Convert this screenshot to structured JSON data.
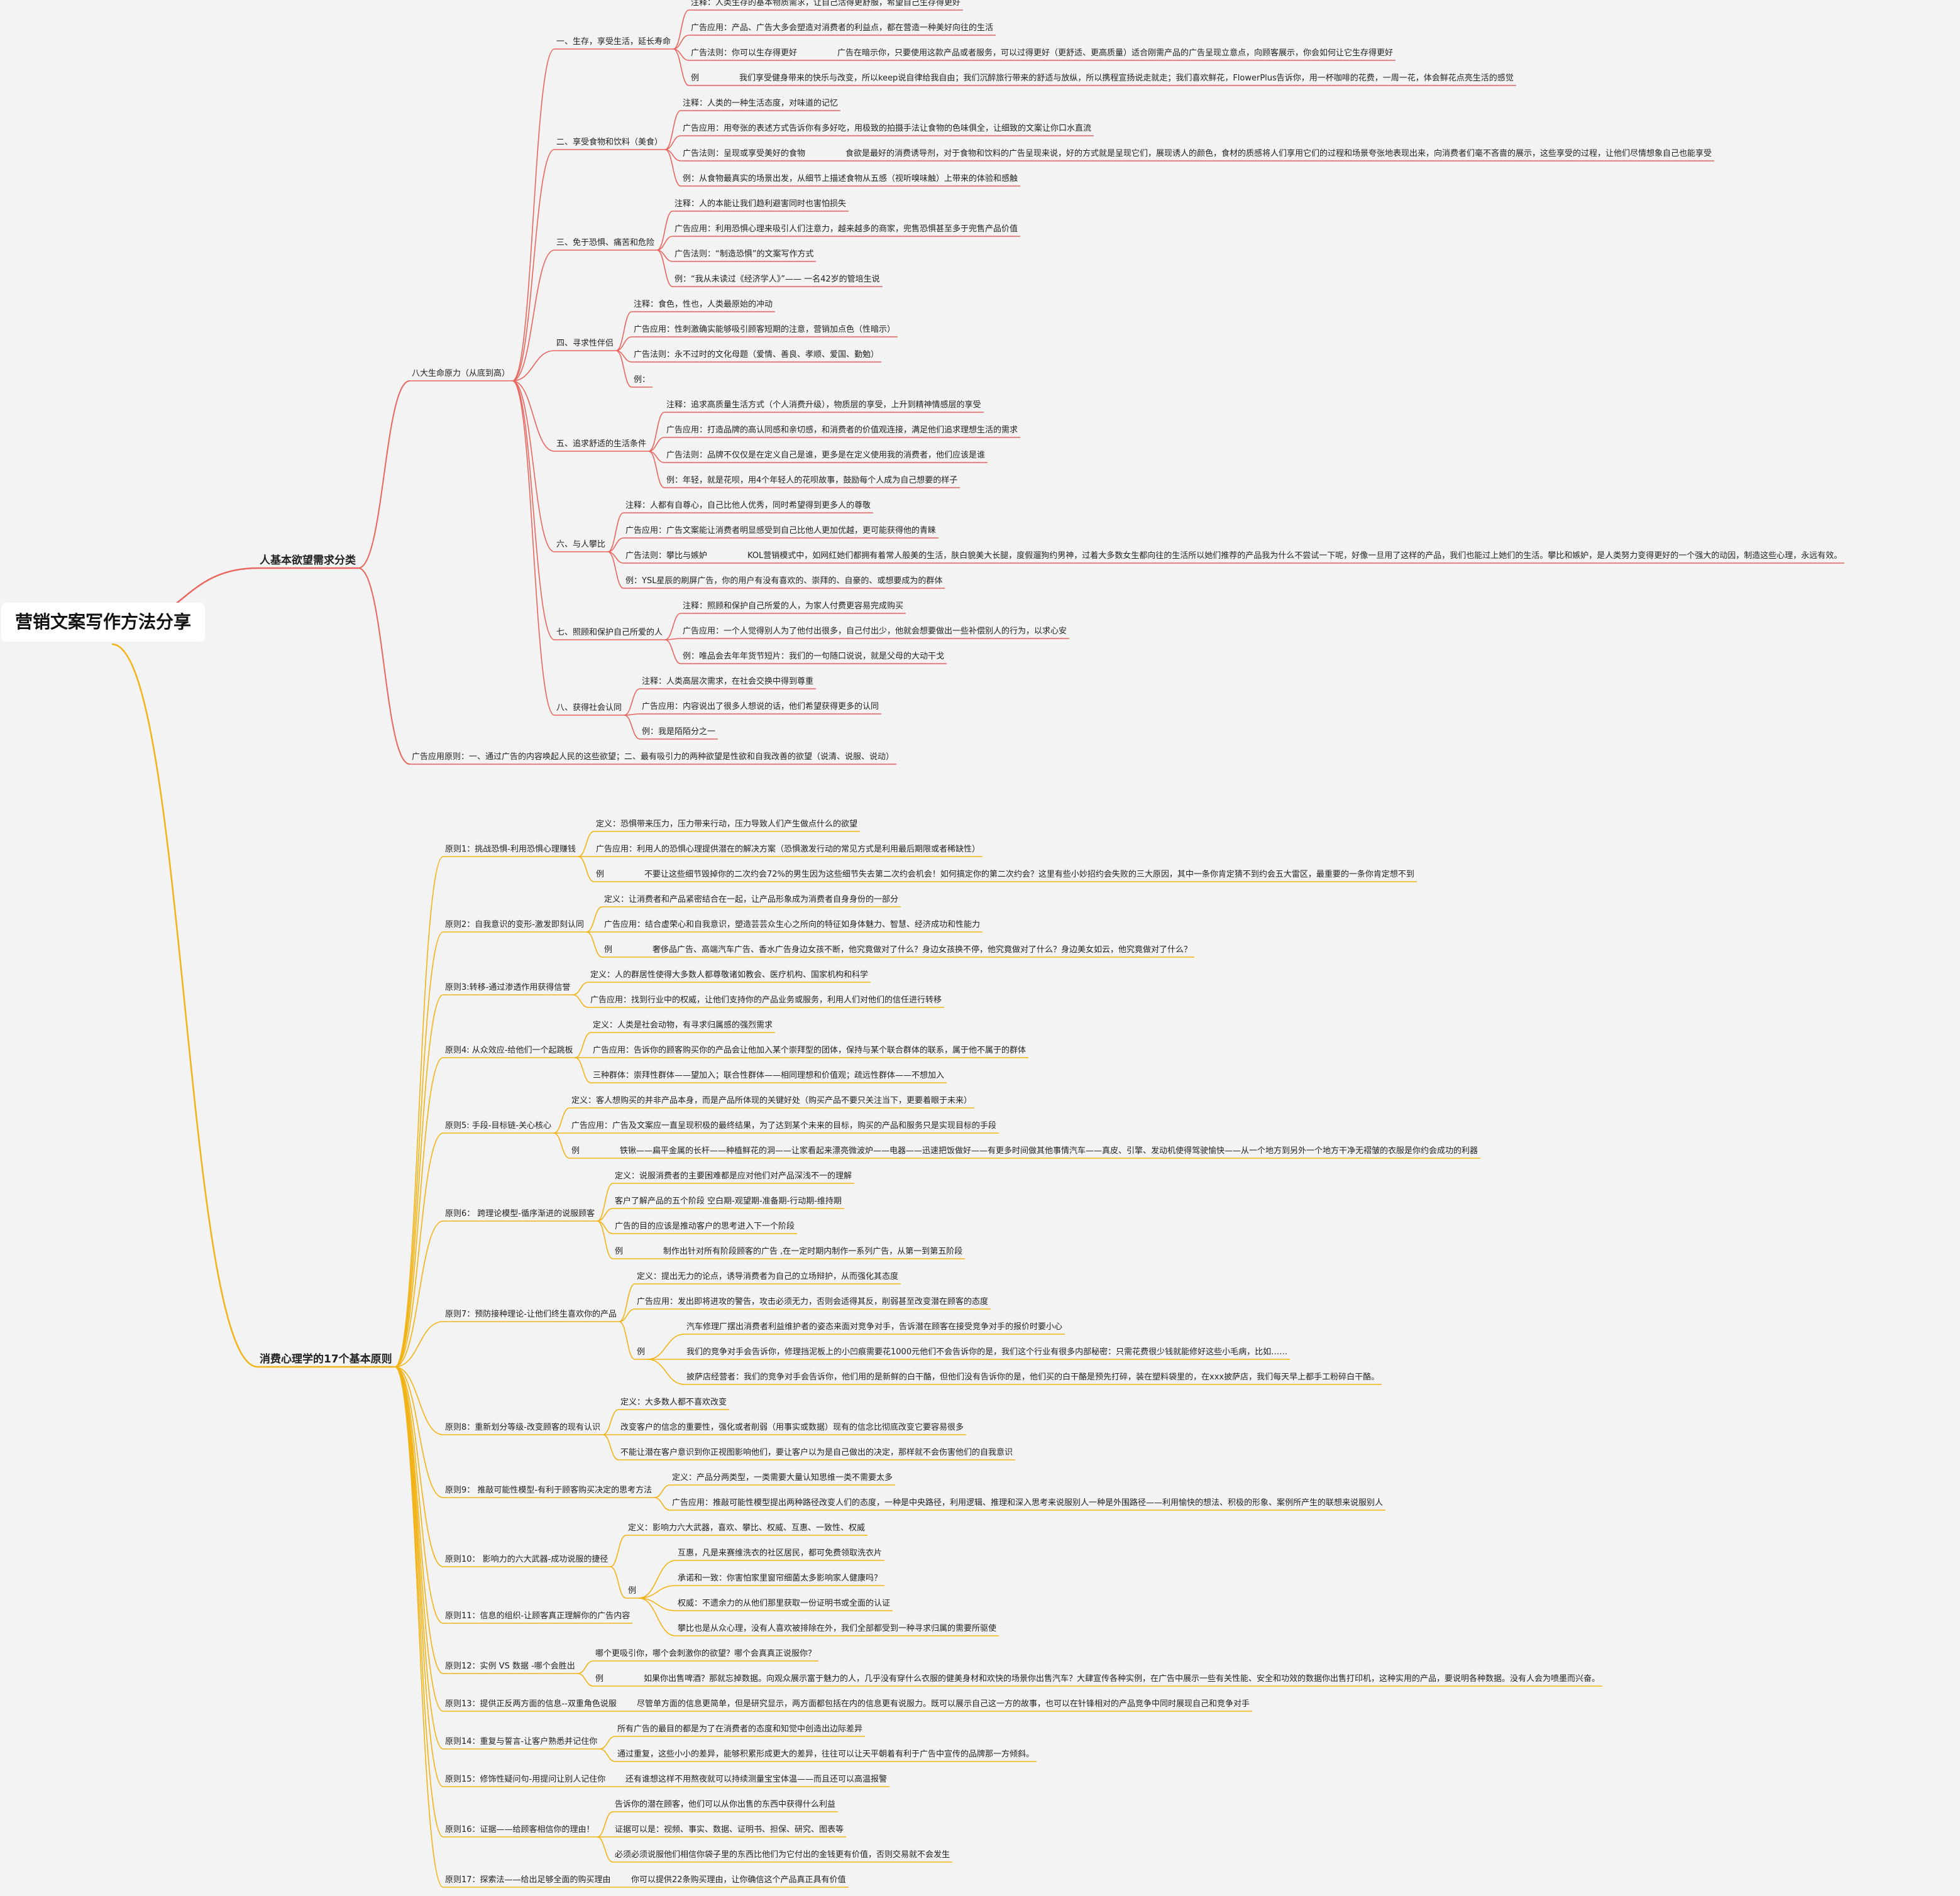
{
  "colors": {
    "red": "#e8665e",
    "orange": "#f2b316"
  },
  "root": {
    "label": "营销文案写作方法分享"
  },
  "branch_a": {
    "label": "人基本欲望需求分类",
    "sub": {
      "label": "八大生命原力（从底到高）",
      "groups": [
        {
          "label": "一、生存，享受生活，延长寿命",
          "leaves": [
            {
              "t": "注释：人类生存的基本物质需求，让自己活得更舒服，希望自己生存得更好"
            },
            {
              "t": "广告应用：产品、广告大多会塑造对消费者的利益点，都在营造一种美好向往的生活"
            },
            {
              "t": "广告法则：你可以生存得更好",
              "d": "广告在暗示你，只要使用这款产品或者服务，可以过得更好（更舒适、更高质量）适合刚需产品的广告呈现立意点，向顾客展示，你会如何让它生存得更好"
            },
            {
              "t": "例",
              "d": "我们享受健身带来的快乐与改变，所以keep说自律给我自由；我们沉醉旅行带来的舒适与放纵，所以携程宣扬说走就走；我们喜欢鲜花，FlowerPlus告诉你，用一杯咖啡的花费，一周一花，体会鲜花点亮生活的感觉"
            }
          ]
        },
        {
          "label": "二、享受食物和饮料（美食）",
          "leaves": [
            {
              "t": "注释：人类的一种生活态度，对味道的记忆"
            },
            {
              "t": "广告应用：用夸张的表述方式告诉你有多好吃，用极致的拍摄手法让食物的色味俱全，让细致的文案让你口水直流"
            },
            {
              "t": "广告法则：呈现或享受美好的食物",
              "d": "食欲是最好的消费诱导剂，对于食物和饮料的广告呈现来说，好的方式就是呈现它们，展现诱人的颜色，食材的质感将人们享用它们的过程和场景夸张地表现出来，向消费者们毫不吝啬的展示，这些享受的过程，让他们尽情想象自己也能享受"
            },
            {
              "t": "例：从食物最真实的场景出发，从细节上描述食物从五感（视听嗅味触）上带来的体验和感触"
            }
          ]
        },
        {
          "label": "三、免于恐惧、痛苦和危险",
          "leaves": [
            {
              "t": "注释：人的本能让我们趋利避害同时也害怕损失"
            },
            {
              "t": "广告应用：利用恐惧心理来吸引人们注意力，越来越多的商家，兜售恐惧甚至多于兜售产品价值"
            },
            {
              "t": "广告法则：“制造恐惧”的文案写作方式"
            },
            {
              "t": "例：“我从未读过《经济学人》”—— 一名42岁的管培生说"
            }
          ]
        },
        {
          "label": "四、寻求性伴侣",
          "leaves": [
            {
              "t": "注释：食色，性也，人类最原始的冲动"
            },
            {
              "t": "广告应用：性刺激确实能够吸引顾客短期的注意，营销加点色（性暗示）"
            },
            {
              "t": "广告法则：永不过时的文化母题（爱情、善良、孝顺、爱国、勤勉）"
            },
            {
              "t": "例："
            }
          ]
        },
        {
          "label": "五、追求舒适的生活条件",
          "leaves": [
            {
              "t": "注释：追求高质量生活方式（个人消费升级），物质层的享受，上升到精神情感层的享受"
            },
            {
              "t": "广告应用：打造品牌的高认同感和亲切感，和消费者的价值观连接，满足他们追求理想生活的需求"
            },
            {
              "t": "广告法则：品牌不仅仅是在定义自己是谁，更多是在定义使用我的消费者，他们应该是谁"
            },
            {
              "t": "例：年轻，就是花呗，用4个年轻人的花呗故事，鼓励每个人成为自己想要的样子"
            }
          ]
        },
        {
          "label": "六、与人攀比",
          "leaves": [
            {
              "t": "注释：人都有自尊心，自己比他人优秀，同时希望得到更多人的尊敬"
            },
            {
              "t": "广告应用：广告文案能让消费者明显感受到自己比他人更加优越，更可能获得他的青睐"
            },
            {
              "t": "广告法则：攀比与嫉妒",
              "d": "KOL营销模式中，如网红她们都拥有着常人般美的生活，肤白貌美大长腿，度假遛狗约男神，过着大多数女生都向往的生活所以她们推荐的产品我为什么不尝试一下呢，好像一旦用了这样的产品，我们也能过上她们的生活。攀比和嫉妒，是人类努力变得更好的一个强大的动因，制造这些心理，永远有效。"
            },
            {
              "t": "例：YSL星辰的刷屏广告，你的用户有没有喜欢的、崇拜的、自豪的、或想要成为的群体"
            }
          ]
        },
        {
          "label": "七、照顾和保护自己所爱的人",
          "leaves": [
            {
              "t": "注释：照顾和保护自己所爱的人，为家人付费更容易完成购买"
            },
            {
              "t": "广告应用：一个人觉得别人为了他付出很多，自己付出少，他就会想要做出一些补偿别人的行为，以求心安"
            },
            {
              "t": "例：唯品会去年年货节短片：我们的一句随口说说，就是父母的大动干戈"
            }
          ]
        },
        {
          "label": "八、获得社会认同",
          "leaves": [
            {
              "t": "注释：人类高层次需求，在社会交换中得到尊重"
            },
            {
              "t": "广告应用：内容说出了很多人想说的话，他们希望获得更多的认同"
            },
            {
              "t": "例：我是陌陌分之一"
            }
          ]
        }
      ]
    },
    "footer": "广告应用原则：一、通过广告的内容唤起人民的这些欲望；二、最有吸引力的两种欲望是性欲和自我改善的欲望（说清、说服、说动）"
  },
  "branch_b": {
    "label": "消费心理学的17个基本原则",
    "groups": [
      {
        "label": "原则1：挑战恐惧-利用恐惧心理赚钱",
        "leaves": [
          {
            "t": "定义：恐惧带来压力，压力带来行动，压力导致人们产生做点什么的欲望"
          },
          {
            "t": "广告应用：利用人的恐惧心理提供潜在的解决方案（恐惧激发行动的常见方式是利用最后期限或者稀缺性）"
          },
          {
            "t": "例",
            "d": "不要让这些细节毁掉你的二次约会72%的男生因为这些细节失去第二次约会机会！如何搞定你的第二次约会？这里有些小妙招约会失败的三大原因，其中一条你肯定猜不到约会五大雷区，最重要的一条你肯定想不到"
          }
        ]
      },
      {
        "label": "原则2：自我意识的变形-激发即刻认同",
        "leaves": [
          {
            "t": "定义：让消费者和产品紧密结合在一起，让产品形象成为消费者自身身份的一部分"
          },
          {
            "t": "广告应用：结合虚荣心和自我意识，塑造芸芸众生心之所向的特征如身体魅力、智慧、经济成功和性能力"
          },
          {
            "t": "例",
            "d": "奢侈品广告、高端汽车广告、香水广告身边女孩不断，他究竟做对了什么？身边女孩换不停，他究竟做对了什么？身边美女如云，他究竟做对了什么？"
          }
        ]
      },
      {
        "label": "原则3:转移-通过渗透作用获得信誉",
        "leaves": [
          {
            "t": "定义：人的群居性使得大多数人都尊敬诸如教会、医疗机构、国家机构和科学"
          },
          {
            "t": "广告应用：找到行业中的权威，让他们支持你的产品业务或服务，利用人们对他们的信任进行转移"
          }
        ]
      },
      {
        "label": "原则4: 从众效应-给他们一个起跳板",
        "leaves": [
          {
            "t": "定义：人类是社会动物，有寻求归属感的强烈需求"
          },
          {
            "t": "广告应用：告诉你的顾客购买你的产品会让他加入某个崇拜型的团体，保持与某个联合群体的联系，属于他不属于的群体"
          },
          {
            "t": "三种群体：崇拜性群体——望加入；联合性群体——相同理想和价值观；疏远性群体——不想加入"
          }
        ]
      },
      {
        "label": "原则5: 手段-目标链-关心核心",
        "leaves": [
          {
            "t": "定义：客人想购买的并非产品本身，而是产品所体现的关键好处（购买产品不要只关注当下，更要着眼于未来）"
          },
          {
            "t": "广告应用：广告及文案应一直呈现积极的最终结果，为了达到某个未来的目标，购买的产品和服务只是实现目标的手段"
          },
          {
            "t": "例",
            "d": "铁锹——扁平金属的长杆——种植鲜花的洞——让家看起来漂亮微波炉——电器——迅速把饭做好——有更多时间做其他事情汽车——真皮、引擎、发动机使得驾驶愉快——从一个地方到另外一个地方干净无褶皱的衣服是你约会成功的利器"
          }
        ]
      },
      {
        "label": "原则6： 跨理论模型-循序渐进的说服顾客",
        "leaves": [
          {
            "t": "定义：说服消费者的主要困难都是应对他们对产品深浅不一的理解"
          },
          {
            "t": "客户了解产品的五个阶段 空白期-观望期-准备期-行动期-维持期"
          },
          {
            "t": "广告的目的应该是推动客户的思考进入下一个阶段"
          },
          {
            "t": "例",
            "d": "制作出针对所有阶段顾客的广告 ,在一定时期内制作一系列广告，从第一到第五阶段"
          }
        ]
      },
      {
        "label": "原则7：预防接种理论-让他们终生喜欢你的产品",
        "leaves": [
          {
            "t": "定义：提出无力的论点，诱导消费者为自己的立场辩护，从而强化其态度"
          },
          {
            "t": "广告应用：发出即将进攻的警告，攻击必须无力，否则会适得其反，削弱甚至改变潜在顾客的态度"
          },
          {
            "t": "例",
            "subs": [
              "汽车修理厂摆出消费者利益维护者的姿态来面对竞争对手，告诉潜在顾客在接受竞争对手的报价时要小心",
              "我们的竞争对手会告诉你，修理挡泥板上的小凹痕需要花1000元他们不会告诉你的是，我们这个行业有很多内部秘密：只需花费很少钱就能修好这些小毛病，比如……",
              "披萨店经营者：我们的竞争对手会告诉你，他们用的是新鲜的白干酪，但他们没有告诉你的是，他们买的白干酪是预先打碎，装在塑料袋里的，在xxx披萨店，我们每天早上都手工粉碎白干酪。"
            ]
          }
        ]
      },
      {
        "label": "原则8：重新划分等级-改变顾客的现有认识",
        "leaves": [
          {
            "t": "定义：大多数人都不喜欢改变"
          },
          {
            "t": "改变客户的信念的重要性，强化或者削弱（用事实或数据）现有的信念比彻底改变它要容易很多"
          },
          {
            "t": "不能让潜在客户意识到你正视图影响他们，要让客户以为是自己做出的决定，那样就不会伤害他们的自我意识"
          }
        ]
      },
      {
        "label": "原则9： 推敲可能性模型-有利于顾客购买决定的思考方法",
        "leaves": [
          {
            "t": "定义：产品分两类型，一类需要大量认知思维一类不需要太多"
          },
          {
            "t": "广告应用：推敲可能性模型提出两种路径改变人们的态度，一种是中央路径，利用逻辑、推理和深入思考来说服别人一种是外围路径——利用愉快的想法、积极的形象、案例所产生的联想来说服别人"
          }
        ]
      },
      {
        "label": "原则10： 影响力的六大武器-成功说服的捷径",
        "leaves": [
          {
            "t": "定义：影响力六大武器，喜欢、攀比、权威、互惠、一致性、权威"
          },
          {
            "t": "例",
            "subs": [
              "互惠，凡是来赛维洗衣的社区居民，都可免费领取洗衣片",
              "承诺和一致：你害怕家里窗帘细菌太多影响家人健康吗？",
              "权威：不遗余力的从他们那里获取一份证明书或全面的认证",
              "攀比也是从众心理，没有人喜欢被排除在外，我们全部都受到一种寻求归属的需要所驱使"
            ]
          }
        ]
      },
      {
        "label": "原则11：信息的组织-让顾客真正理解你的广告内容",
        "leaves": []
      },
      {
        "label": "原则12：实例 VS 数据 -哪个会胜出",
        "leaves": [
          {
            "t": "哪个更吸引你，哪个会刺激你的欲望？哪个会真真正说服你？"
          },
          {
            "t": "例",
            "d": "如果你出售啤酒？那就忘掉数据。向观众展示富于魅力的人，几乎没有穿什么衣服的健美身材和欢快的场景你出售汽车？大肆宣传各种实例，在广告中展示一些有关性能、安全和功效的数据你出售打印机，这种实用的产品，要说明各种数据。没有人会为喷墨而兴奋。"
          }
        ]
      },
      {
        "label": "原则13：提供正反两方面的信息--双重角色说服",
        "leaves": [
          {
            "t": "尽管单方面的信息更简单，但是研究显示，两方面都包括在内的信息更有说服力。既可以展示自己这一方的故事，也可以在针锋相对的产品竞争中同时展现自己和竞争对手"
          }
        ]
      },
      {
        "label": "原则14：重复与誓言-让客户熟悉并记住你",
        "leaves": [
          {
            "t": "所有广告的最目的都是为了在消费者的态度和知觉中创造出边际差异"
          },
          {
            "t": "通过重复，这些小小的差异，能够积累形成更大的差异，往往可以让天平朝着有利于广告中宣传的品牌那一方倾斜。"
          }
        ]
      },
      {
        "label": "原则15：修饰性疑问句-用提问让别人记住你",
        "leaves": [
          {
            "t": "还有谁想这样不用熬夜就可以持续测量宝宝体温——而且还可以高温报警"
          }
        ]
      },
      {
        "label": "原则16：证据——给顾客相信你的理由！",
        "leaves": [
          {
            "t": "告诉你的潜在顾客，他们可以从你出售的东西中获得什么利益"
          },
          {
            "t": "证据可以是：视频、事实、数据、证明书、担保、研究、图表等"
          },
          {
            "t": "必须必须说服他们相信你袋子里的东西比他们为它付出的金钱更有价值，否则交易就不会发生"
          }
        ]
      },
      {
        "label": "原则17：探索法——给出足够全面的购买理由",
        "leaves": [
          {
            "t": "你可以提供22条购买理由，让你确信这个产品真正具有价值"
          }
        ]
      }
    ]
  }
}
